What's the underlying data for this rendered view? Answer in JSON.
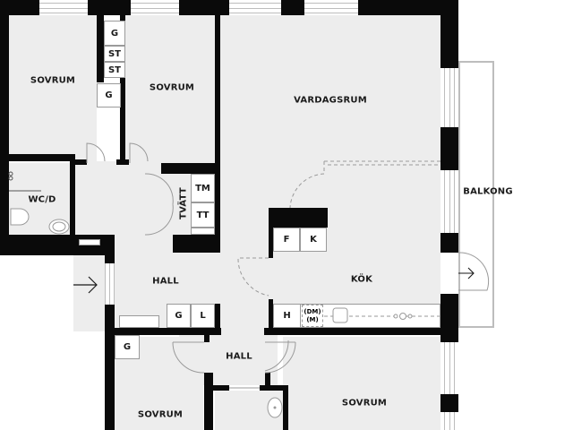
{
  "plan": {
    "rooms": {
      "sovrum_top_left": "SOVRUM",
      "sovrum_top_mid": "SOVRUM",
      "vardagsrum": "VARDAGSRUM",
      "wc": "WC/D",
      "tvatt": "TVÄTT",
      "hall_main": "HALL",
      "hall_lower": "HALL",
      "kok": "KÖK",
      "balkong": "BALKONG",
      "sovrum_bottom_left": "SOVRUM",
      "sovrum_bottom_right": "SOVRUM"
    },
    "fixtures": {
      "wardrobe_g1": "G",
      "wardrobe_st1": "ST",
      "wardrobe_st2": "ST",
      "wardrobe_g2": "G",
      "tvatt_tm": "TM",
      "tvatt_tt": "TT",
      "kitchen_f": "F",
      "kitchen_k": "K",
      "hall_g": "G",
      "hall_l": "L",
      "kitchen_h": "H",
      "kitchen_dm": "(DM)",
      "kitchen_m": "(M)",
      "bedroom_g": "G"
    },
    "icons": {
      "entrance": "arrow-right",
      "balcony_door": "arrow-right"
    },
    "colors": {
      "wall": "#0a0a0a",
      "floor": "#ededed",
      "fixture": "#ffffff",
      "line": "#9a9a9a"
    }
  }
}
